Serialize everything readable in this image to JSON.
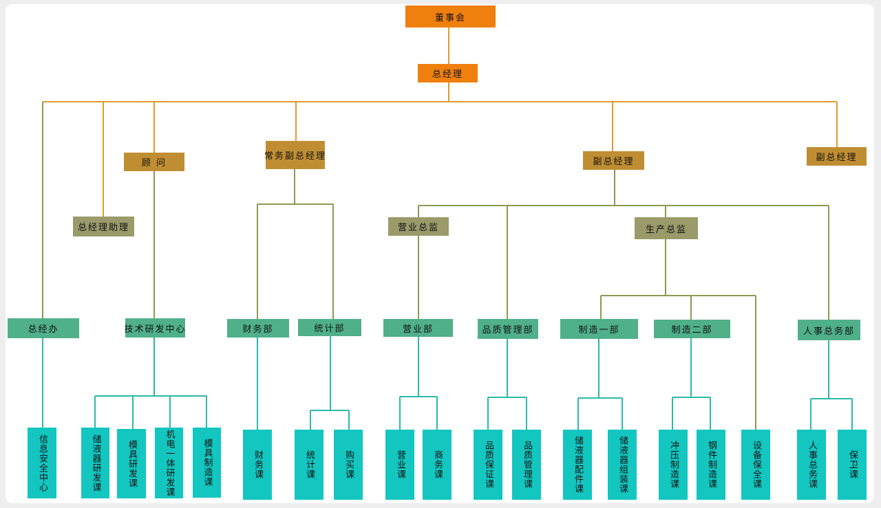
{
  "level1": {
    "board": "董事会",
    "gm": "总经理"
  },
  "level2": {
    "advisor": "顾 问",
    "exec_vp": "常务副总经理",
    "vp_a": "副总经理",
    "vp_b": "副总经理",
    "gm_assistant": "总经理助理"
  },
  "level3": {
    "sales_director": "营业总监",
    "production_director": "生产总监"
  },
  "departments": {
    "gm_office": "总经办",
    "tech_rd": "技术研发中心",
    "finance": "财务部",
    "statistics": "统计部",
    "sales": "营业部",
    "quality": "品质管理部",
    "mfg1": "制造一部",
    "mfg2": "制造二部",
    "hr_admin": "人事总务部"
  },
  "sections": [
    "信息安全中心",
    "储液器研发课",
    "模具研发课",
    "机电一体研发课",
    "模具制造课",
    "财务课",
    "统计课",
    "购买课",
    "营业课",
    "商务课",
    "品质保证课",
    "品质管理课",
    "储液器配件课",
    "储液器组装课",
    "冲压制造课",
    "钢件制造课",
    "设备保全课",
    "人事总务课",
    "保卫课"
  ],
  "colors": {
    "top": "#f0800e",
    "exec": "#c08e32",
    "director": "#9a9a6a",
    "department": "#4fb089",
    "section": "#13c6c0",
    "line_top": "#e09a2e",
    "line_mid": "#8a9a50",
    "line_low": "#2ab9a8"
  }
}
